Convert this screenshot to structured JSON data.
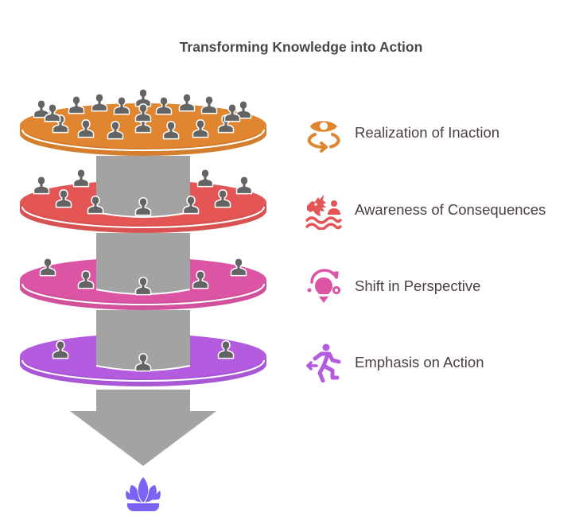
{
  "title": "Transforming Knowledge into Action",
  "levels": [
    {
      "label": "Realization of Inaction",
      "color": "#e08530",
      "icon": "eye-rotate-icon",
      "people": 19
    },
    {
      "label": "Awareness of Consequences",
      "color": "#e45656",
      "icon": "dragon-waves-icon",
      "people": 10
    },
    {
      "label": "Shift in Perspective",
      "color": "#dc55a5",
      "icon": "lightbulb-cycle-icon",
      "people": 5
    },
    {
      "label": "Emphasis on Action",
      "color": "#b35ce0",
      "icon": "running-person-icon",
      "people": 3
    }
  ],
  "pillar_color": "#a3a3a3",
  "person_color": "#646464",
  "outcome": {
    "icon": "lotus-icon",
    "color": "#7c63f3"
  }
}
